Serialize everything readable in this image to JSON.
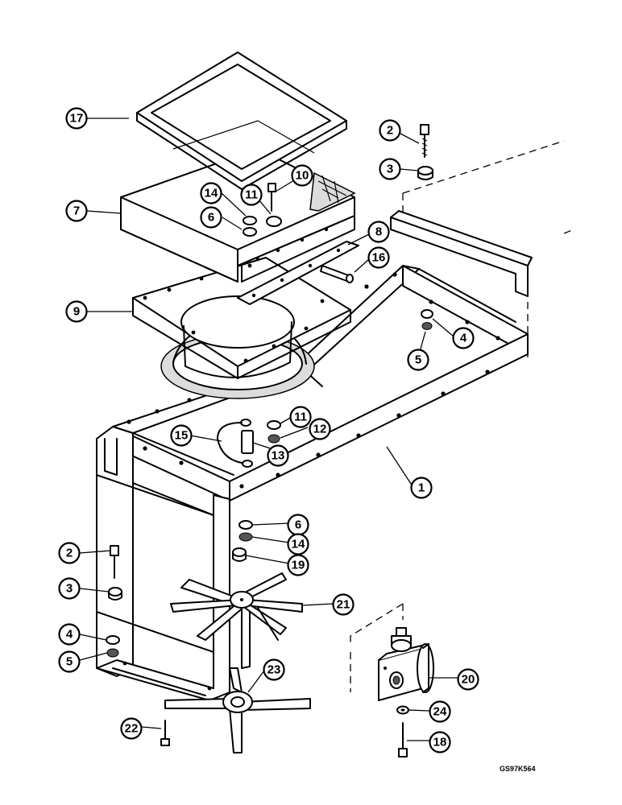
{
  "diagram": {
    "reference_code": "GS97K564",
    "callouts": [
      {
        "label": "17"
      },
      {
        "label": "2"
      },
      {
        "label": "3"
      },
      {
        "label": "10"
      },
      {
        "label": "14"
      },
      {
        "label": "11"
      },
      {
        "label": "7"
      },
      {
        "label": "6"
      },
      {
        "label": "8"
      },
      {
        "label": "16"
      },
      {
        "label": "9"
      },
      {
        "label": "4"
      },
      {
        "label": "5"
      },
      {
        "label": "11"
      },
      {
        "label": "15"
      },
      {
        "label": "12"
      },
      {
        "label": "13"
      },
      {
        "label": "1"
      },
      {
        "label": "6"
      },
      {
        "label": "14"
      },
      {
        "label": "2"
      },
      {
        "label": "19"
      },
      {
        "label": "3"
      },
      {
        "label": "21"
      },
      {
        "label": "4"
      },
      {
        "label": "5"
      },
      {
        "label": "23"
      },
      {
        "label": "20"
      },
      {
        "label": "24"
      },
      {
        "label": "22"
      },
      {
        "label": "18"
      }
    ]
  }
}
